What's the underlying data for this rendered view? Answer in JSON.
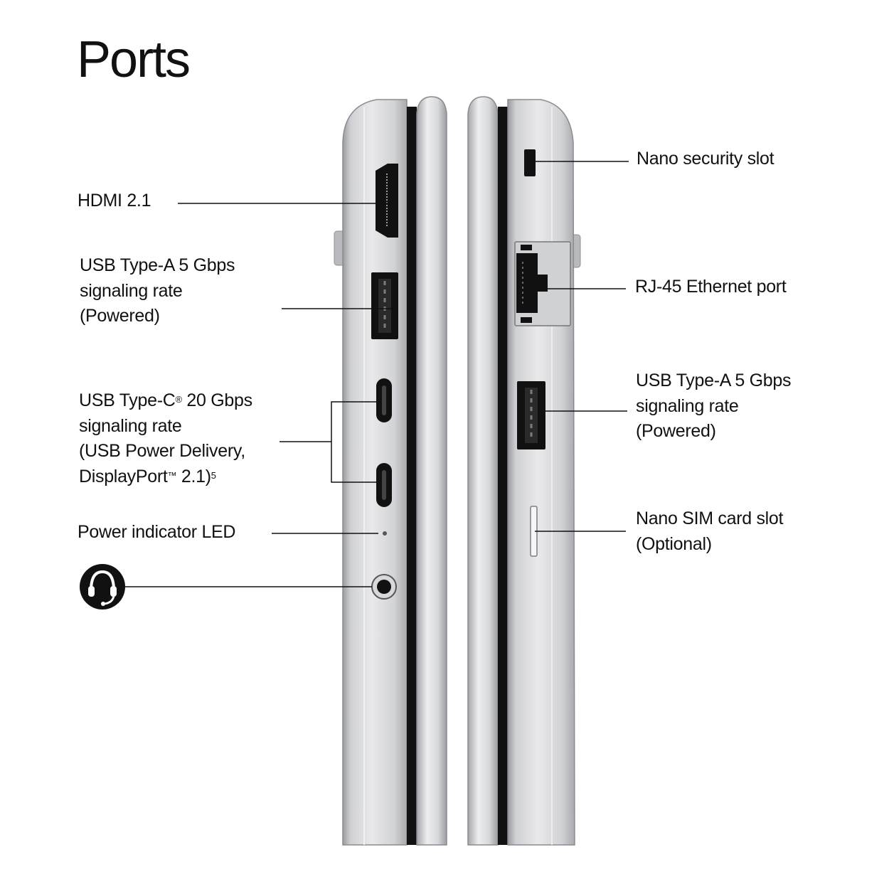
{
  "title": "Ports",
  "left_side": {
    "hdmi": "HDMI 2.1",
    "usb_a": [
      "USB Type-A 5 Gbps",
      "signaling rate",
      "(Powered)"
    ],
    "usb_c": {
      "line1_pre": "USB Type-C",
      "line1_reg": "®",
      "line1_post": " 20 Gbps",
      "line2": "signaling rate",
      "line3": "(USB Power Delivery,",
      "line4_pre": "DisplayPort",
      "line4_tm": "™",
      "line4_post": " 2.1)",
      "line4_note": "5"
    },
    "power_led": "Power indicator LED",
    "audio_icon": "headset-icon"
  },
  "right_side": {
    "security_slot": "Nano security slot",
    "ethernet": "RJ-45 Ethernet port",
    "usb_a": [
      "USB Type-A 5 Gbps",
      "signaling rate",
      "(Powered)"
    ],
    "sim_slot": [
      "Nano SIM card slot",
      "(Optional)"
    ]
  },
  "colors": {
    "chassis_light": "#e4e4e6",
    "chassis_mid": "#c2c3c6",
    "chassis_dark": "#8d8e92",
    "port_black": "#111111",
    "text": "#111111"
  }
}
